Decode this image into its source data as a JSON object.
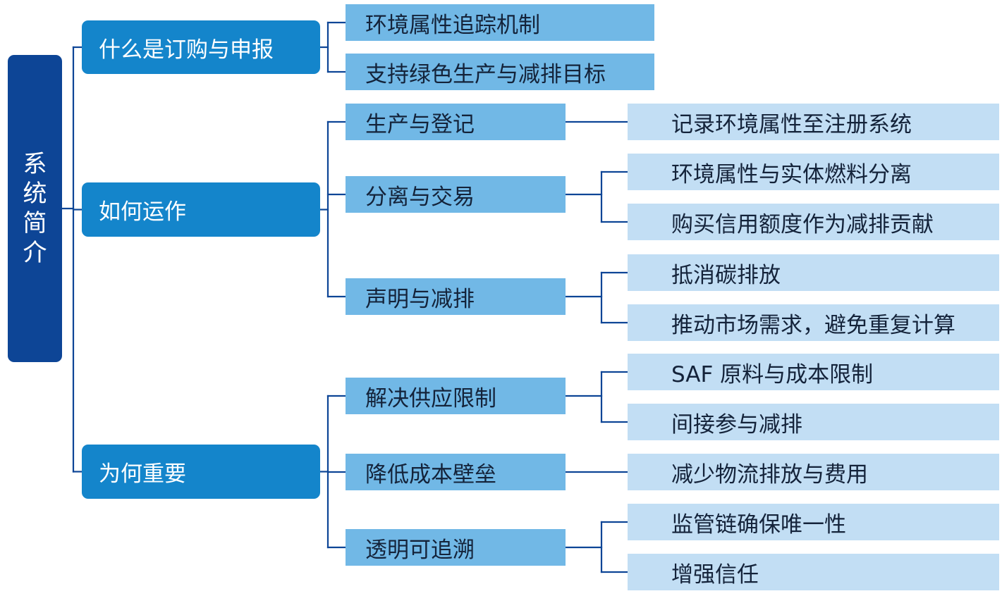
{
  "root": {
    "label": "系统简介"
  },
  "sections": [
    {
      "label": "什么是订购与申报",
      "items": [
        {
          "label": "环境属性追踪机制",
          "details": []
        },
        {
          "label": "支持绿色生产与减排目标",
          "details": []
        }
      ]
    },
    {
      "label": "如何运作",
      "items": [
        {
          "label": "生产与登记",
          "details": [
            "记录环境属性至注册系统"
          ]
        },
        {
          "label": "分离与交易",
          "details": [
            "环境属性与实体燃料分离",
            "购买信用额度作为减排贡献"
          ]
        },
        {
          "label": "声明与减排",
          "details": [
            "抵消碳排放",
            "推动市场需求，避免重复计算"
          ]
        }
      ]
    },
    {
      "label": "为何重要",
      "items": [
        {
          "label": "解决供应限制",
          "details": [
            "SAF 原料与成本限制",
            "间接参与减排"
          ]
        },
        {
          "label": "降低成本壁垒",
          "details": [
            "减少物流排放与费用"
          ]
        },
        {
          "label": "透明可追溯",
          "details": [
            "监管链确保唯一性",
            "增强信任"
          ]
        }
      ]
    }
  ],
  "colors": {
    "root_fill": "#0d4596",
    "level1_fill": "#1485cb",
    "level2_fill": "#71b8e6",
    "level3_fill": "#c2def4",
    "connector": "#0d4596"
  }
}
